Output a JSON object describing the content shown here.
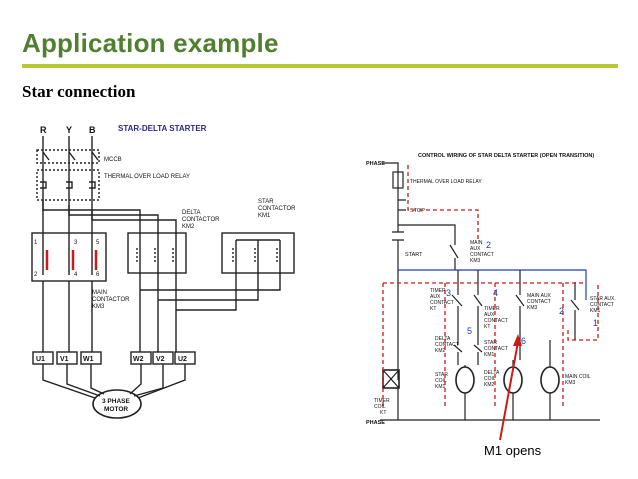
{
  "slide": {
    "title": "Application example",
    "subtitle": "Star connection",
    "accent_color": "#4f7f2f",
    "rule_color": "#b8c832"
  },
  "left_diagram": {
    "phases": [
      "R",
      "Y",
      "B"
    ],
    "heading": "STAR-DELTA STARTER",
    "mccb": "MCCB",
    "overload": "THERMAL OVER LOAD RELAY",
    "delta_contactor": [
      "DELTA",
      "CONTACTOR",
      "KM2"
    ],
    "star_contactor": [
      "STAR",
      "CONTACTOR",
      "KM1"
    ],
    "main_contactor": [
      "MAIN",
      "CONTACTOR",
      "KM3"
    ],
    "terminals": [
      "U1",
      "V1",
      "W1",
      "W2",
      "V2",
      "U2"
    ],
    "motor": [
      "3 PHASE",
      "MOTOR"
    ],
    "pole_numbers_top": [
      "1",
      "3",
      "5"
    ],
    "pole_numbers_bottom": [
      "2",
      "4",
      "6"
    ]
  },
  "right_diagram": {
    "heading": "CONTROL WIRING OF STAR DELTA STARTER (OPEN TRANSITION)",
    "phase": "PHASE",
    "overload": "THERMAL OVER LOAD RELAY",
    "stop": "STOP",
    "start": "START",
    "main_aux": [
      "MAIN",
      "AUX",
      "CONTACT",
      "KM3"
    ],
    "timer_aux": [
      "TIMER",
      "AUX",
      "CONTACT",
      "KT"
    ],
    "timer_aux2": [
      "TIMER",
      "AUX",
      "CONTACT",
      "KT"
    ],
    "main_aux2": [
      "MAIN AUX",
      "CONTACT",
      "KM3"
    ],
    "star_aux": [
      "STAR AUX.",
      "CONTACT",
      "KM1"
    ],
    "delta_coil_contact": [
      "DELTA",
      "CONTACT",
      "KM2"
    ],
    "star_contact": [
      "STAR",
      "CONTACT",
      "KM1"
    ],
    "star_coil": [
      "STAR",
      "COIL",
      "KM1"
    ],
    "delta_coil": [
      "DELTA",
      "COIL",
      "KM2"
    ],
    "main_coil": [
      "MAIN COIL",
      "KM3"
    ],
    "timer_coil": [
      "TIMER",
      "COIL",
      "KT"
    ],
    "phase_bottom": "PHASE",
    "step_numbers": [
      "2",
      "3",
      "4",
      "5",
      "6",
      "1",
      "2"
    ]
  },
  "annotation": {
    "label": "M1 opens",
    "color": "#d01818"
  }
}
